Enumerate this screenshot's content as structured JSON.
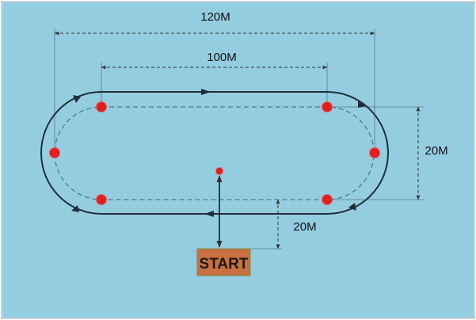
{
  "labels": {
    "outer_length": "120M",
    "inner_length": "100M",
    "track_width": "20M",
    "start_offset": "20M",
    "start": "START"
  },
  "colors": {
    "background": "#94cde0",
    "track": "#1f2f3a",
    "dashed": "#4a7a92",
    "marker": "#e02020",
    "start_box": "#c8703f"
  }
}
